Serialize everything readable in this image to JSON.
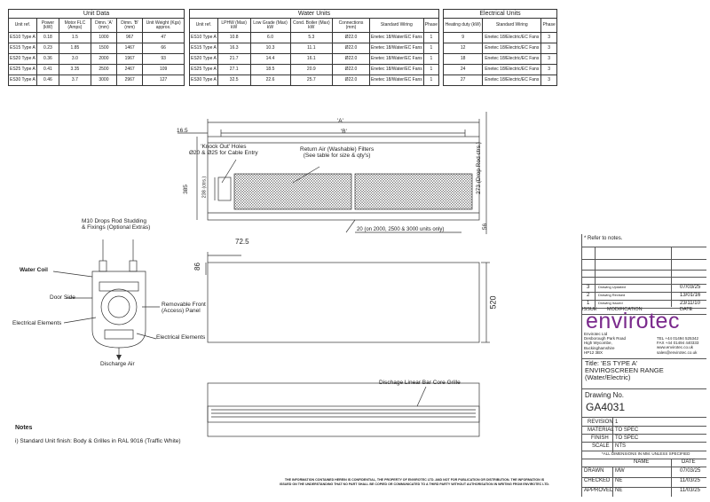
{
  "unit_data": {
    "title": "Unit Data",
    "headers": [
      "Unit ref.",
      "Power (kW)",
      "Motor FLC (Amps)",
      "Dimn. 'A' (mm)",
      "Dimn. 'B' (mm)",
      "Unit Weight (Kgs) approx."
    ],
    "rows": [
      [
        "ES10 Type A",
        "0.18",
        "1.5",
        "1000",
        "967",
        "47"
      ],
      [
        "ES15 Type A",
        "0.23",
        "1.85",
        "1500",
        "1467",
        "66"
      ],
      [
        "ES20 Type A",
        "0.36",
        "3.0",
        "2000",
        "1967",
        "93"
      ],
      [
        "ES25 Type A",
        "0.41",
        "3.35",
        "2500",
        "2467",
        "109"
      ],
      [
        "ES30 Type A",
        "0.46",
        "3.7",
        "3000",
        "2967",
        "127"
      ]
    ]
  },
  "water_units": {
    "title": "Water Units",
    "headers": [
      "Unit ref.",
      "LPHW (Max) kW",
      "Low Grade (Max) kW",
      "Cond. Boiler (Max) kW",
      "Connections (mm)",
      "Standard Wiring",
      "Phase"
    ],
    "rows": [
      [
        "ES10 Type A",
        "10.8",
        "6.0",
        "5.3",
        "Ø22.0",
        "Enetec 18/Water/EC Fans",
        "1"
      ],
      [
        "ES15 Type A",
        "16.3",
        "10.3",
        "11.1",
        "Ø22.0",
        "Enetec 18/Water/EC Fans",
        "1"
      ],
      [
        "ES20 Type A",
        "21.7",
        "14.4",
        "16.1",
        "Ø22.0",
        "Enetec 18/Water/EC Fans",
        "1"
      ],
      [
        "ES25 Type A",
        "27.1",
        "18.5",
        "20.9",
        "Ø22.0",
        "Enetec 18/Water/EC Fans",
        "1"
      ],
      [
        "ES30 Type A",
        "32.5",
        "22.6",
        "25.7",
        "Ø22.0",
        "Enetec 18/Water/EC Fans",
        "1"
      ]
    ]
  },
  "electrical_units": {
    "title": "Electrical Units",
    "headers": [
      "Heating duty (kW)",
      "Standard Wiring",
      "Phase"
    ],
    "rows": [
      [
        "9",
        "Enetec 18/Electric/EC Fans",
        "3"
      ],
      [
        "12",
        "Enetec 18/Electric/EC Fans",
        "3"
      ],
      [
        "18",
        "Enetec 18/Electric/EC Fans",
        "3"
      ],
      [
        "24",
        "Enetec 18/Electric/EC Fans",
        "3"
      ],
      [
        "27",
        "Enetec 18/Electric/EC Fans",
        "3"
      ]
    ]
  },
  "drawing_labels": {
    "dim_a": "'A'",
    "dim_b": "'B'",
    "dim_165": "16.5",
    "dim_385": "385",
    "dim_238": "238 (ctrs.)",
    "dim_273": "273 (Drop Rod ctrs.)",
    "dim_56": "56",
    "dim_725": "72.5",
    "dim_86": "86",
    "dim_520": "520",
    "knockout": [
      "'Knock Out' Holes",
      "Ø20 & Ø25 for Cable Entry"
    ],
    "return_air": [
      "Return Air (Washable) Filters",
      "(See table for size & qty's)"
    ],
    "units_only": "20 (on 2000, 2500 & 3000 units only)",
    "m10": [
      "M10 Drops Rod Studding",
      "& Fixings (Optional Extras)"
    ],
    "water_coil": "Water Coil",
    "door_side": "Door Side",
    "electrical_elements_left": "Electrical Elements",
    "removable_front": [
      "Removable Front",
      "(Access) Panel"
    ],
    "electrical_elements_right": "Electrical Elements",
    "discharge_air": "Discharge Air",
    "grille": "Dischage Linear Bar Core Grille"
  },
  "notes": {
    "title": "Notes",
    "item": "i)  Standard Unit finish: Body & Grilles in RAL 9016 (Traffic White)"
  },
  "title_block": {
    "refer": "* Refer to notes.",
    "revisions": [
      {
        "issue": "3",
        "mod": "Drawing Updated",
        "date": "07/03/25"
      },
      {
        "issue": "2",
        "mod": "Drawing Revised",
        "date": "13/01/16"
      },
      {
        "issue": "1",
        "mod": "Drawing Issued",
        "date": "23/11/10"
      }
    ],
    "issue_hdr": "ISSUE",
    "mod_hdr": "MODIFICATION",
    "date_hdr": "DATE",
    "logo": "envirotec",
    "company": [
      "Envirotec Ltd",
      "Desborough Park Road",
      "High Wycombe,",
      "Buckinghamshire",
      "HP12 3BX"
    ],
    "contact": [
      "TEL +44 01494 525342",
      "FAX +44 01494 440333",
      "www.envirotec.co.uk",
      "sales@envirotec.co.uk"
    ],
    "title_line1": "Title: 'ES TYPE A'",
    "title_line2": "ENVIROSCREEN RANGE",
    "title_line3": "(Water/Electric)",
    "drawing_no_label": "Drawing No.",
    "drawing_no": "GA4031",
    "revision_label": "REVISION",
    "revision": "1",
    "material_label": "MATERIAL",
    "material": "TO SPEC",
    "finish_label": "FINISH",
    "finish": "TO SPEC",
    "scale_label": "SCALE",
    "scale": "NTS",
    "all_dims": "*ALL DIMENSIONS IN MM. UNLESS SPECIFIED",
    "name_hdr": "NAME",
    "date_hdr2": "DATE",
    "signoffs": [
      {
        "role": "DRAWN",
        "name": "MW",
        "date": "07/03/25"
      },
      {
        "role": "CHECKED",
        "name": "NE",
        "date": "11/03/25"
      },
      {
        "role": "APPROVED",
        "name": "NE",
        "date": "11/03/25"
      }
    ]
  },
  "footer": [
    "THE INFORMATION CONTAINED HEREIN IS CONFIDENTIAL, THE PROPERTY OF ENVIROTEC LTD. AND NOT FOR PUBLICATION OR DISTRIBUTION. THE INFORMATION IS",
    "ISSUED ON THE UNDERSTANDING THAT NO PART SHALL BE COPIED OR COMMUNICATED TO A THIRD PARTY WITHOUT AUTHORISATION IN WRITING FROM ENVIROTEC LTD."
  ],
  "colors": {
    "logo": "#7a2a8c"
  }
}
